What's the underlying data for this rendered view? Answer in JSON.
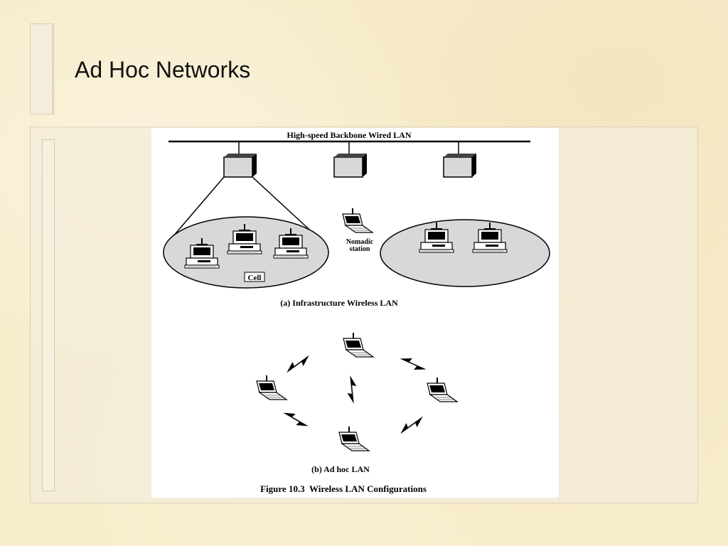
{
  "slide": {
    "title": "Ad Hoc Networks"
  },
  "figure": {
    "backbone_label": "High-speed Backbone Wired LAN",
    "nomadic_label_line1": "Nomadic",
    "nomadic_label_line2": "station",
    "cell_label": "Cell",
    "caption_a": "(a) Infrastructure Wireless LAN",
    "caption_b": "(b) Ad hoc LAN",
    "figure_caption": "Figure 10.3  Wireless LAN Configurations"
  }
}
